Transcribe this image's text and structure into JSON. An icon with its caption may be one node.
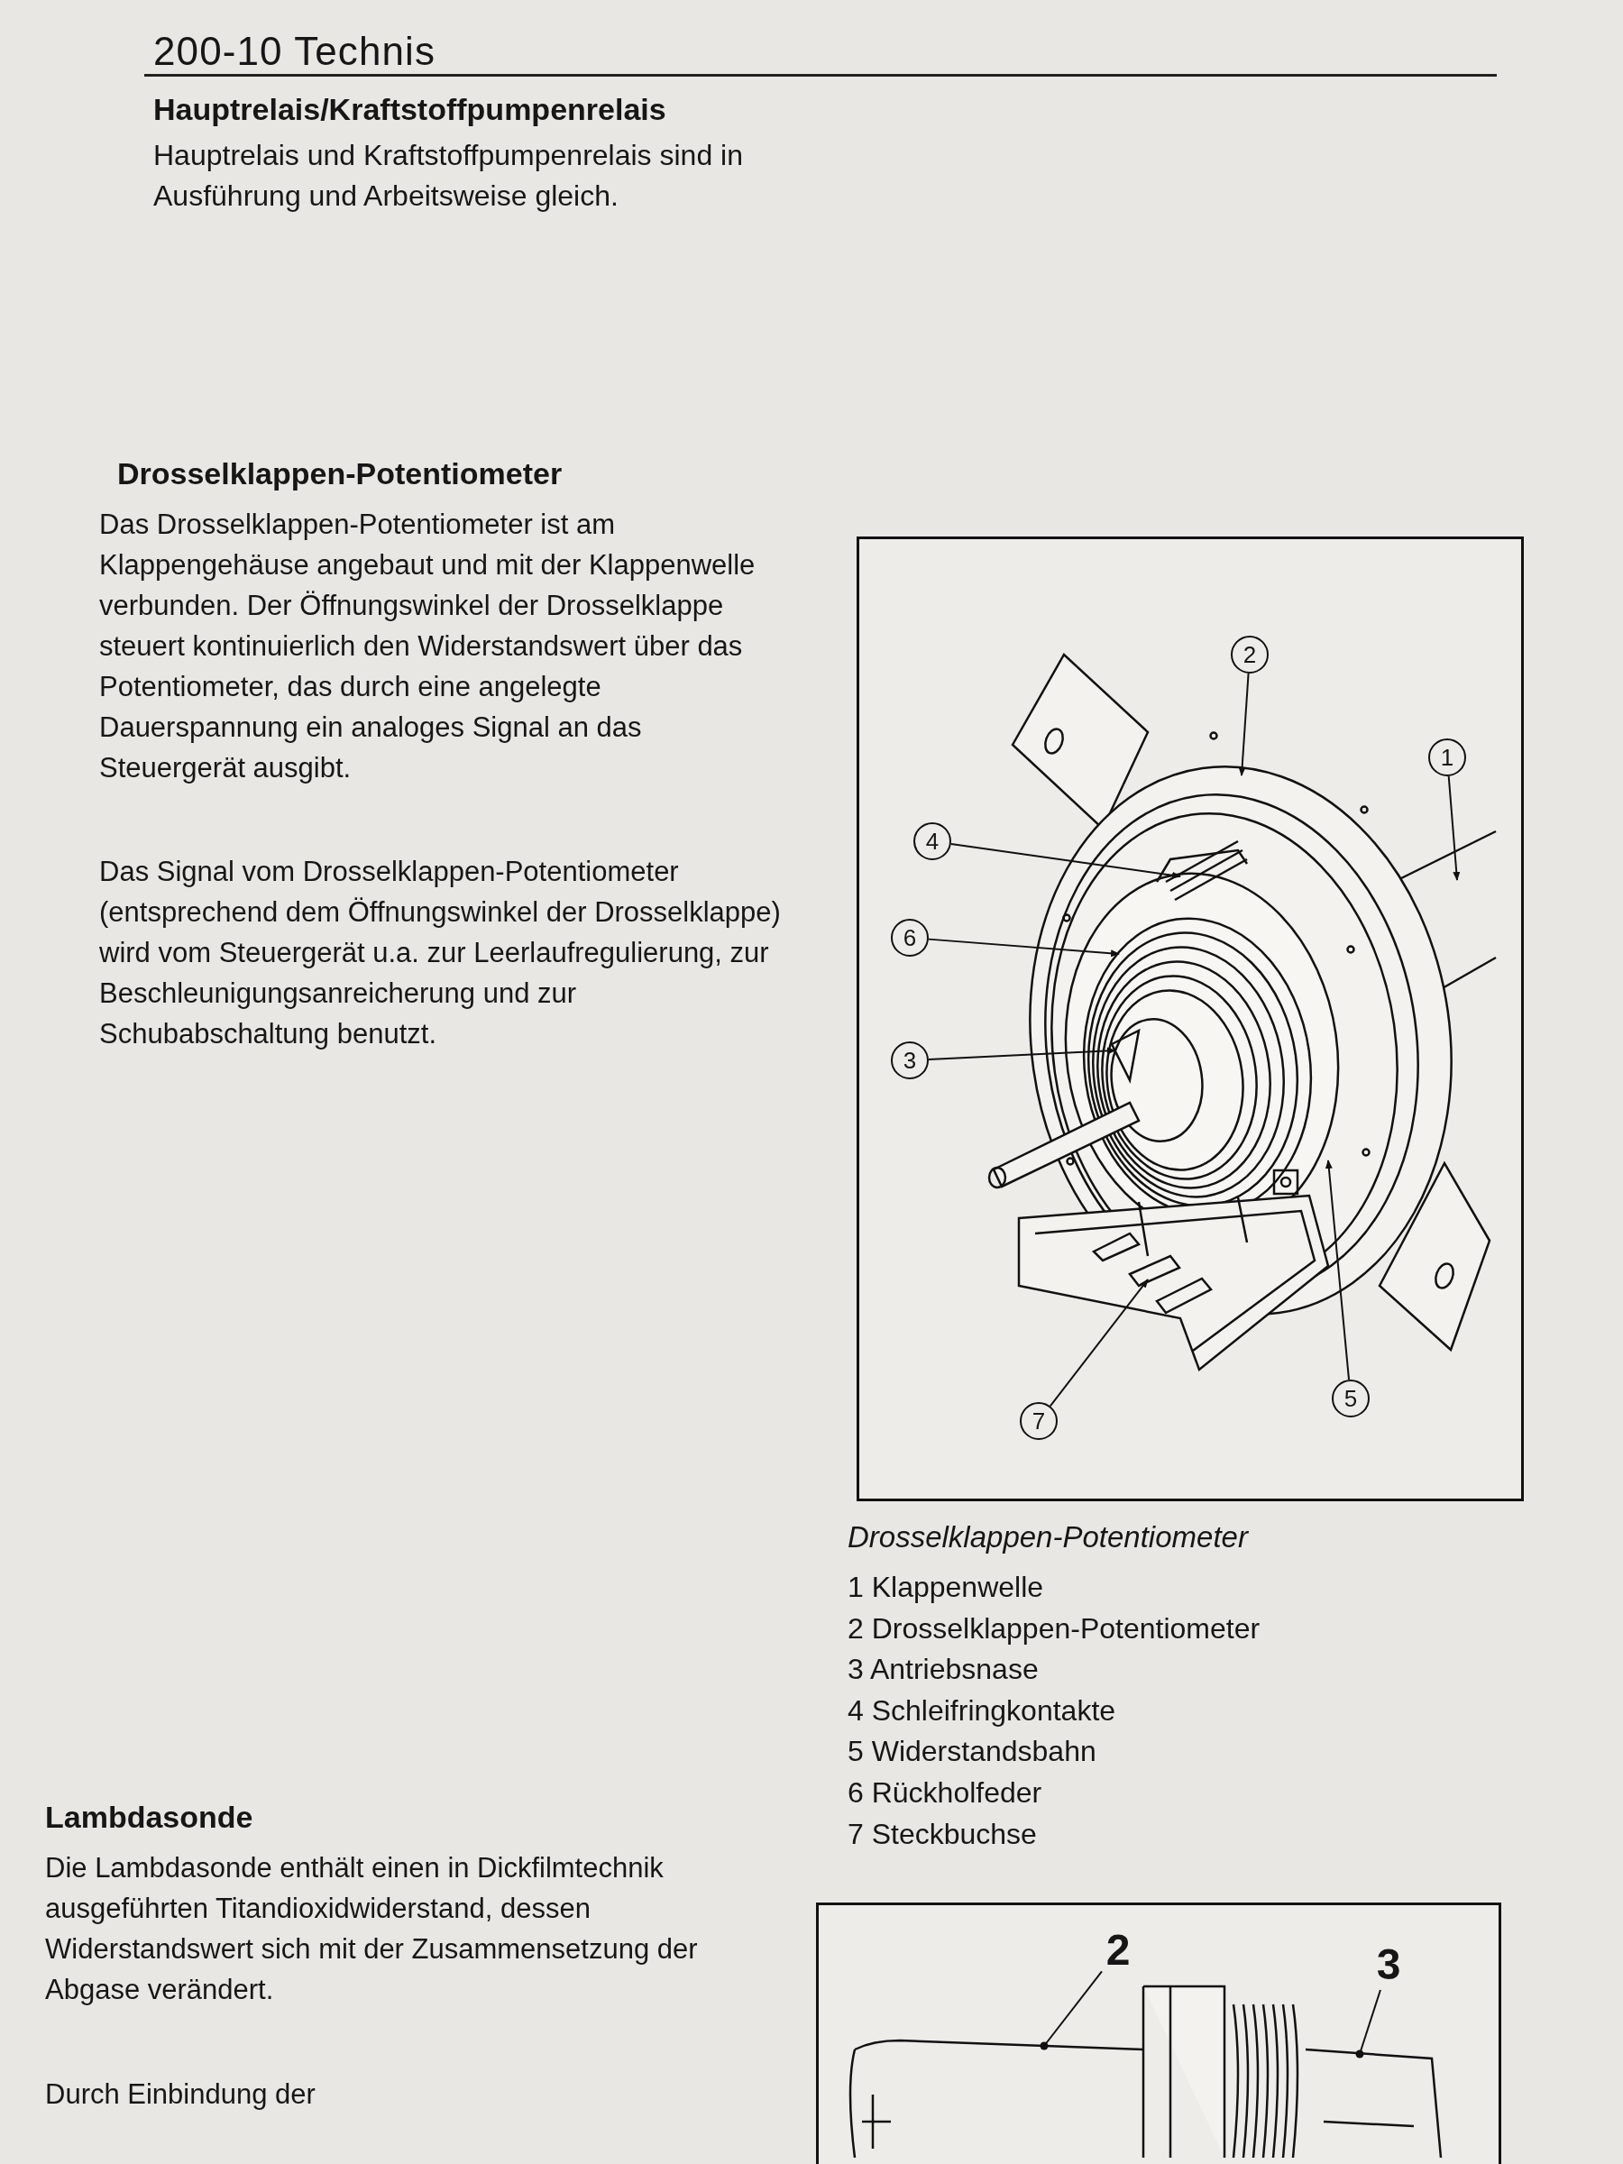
{
  "diagram": {
    "caption": "Drosselklappen-Potentiometer",
    "nodes": [
      {
        "text": [
          "1"
        ]
      },
      {
        "text": [
          "2"
        ]
      },
      {
        "text": [
          "3"
        ]
      },
      {
        "text": [
          "4"
        ]
      },
      {
        "text": [
          "5"
        ]
      },
      {
        "text": [
          "6"
        ]
      },
      {
        "text": [
          "7"
        ]
      },
      {
        "text": [
          "2"
        ]
      },
      {
        "text": [
          "3"
        ]
      },
      {
        "text": [],
        "shape": "cylinder"
      },
      {
        "text": [],
        "shape": "cylinder"
      }
    ],
    "edges": [
      {
        "from": 0,
        "to": null,
        "arrow": "to"
      },
      {
        "from": 1,
        "to": null,
        "arrow": "to"
      },
      {
        "from": 2,
        "to": null,
        "arrow": "to"
      },
      {
        "from": 3,
        "to": null,
        "arrow": "to"
      },
      {
        "from": 4,
        "to": null,
        "arrow": "to"
      },
      {
        "from": 5,
        "to": null,
        "arrow": "to"
      },
      {
        "from": 6,
        "to": null,
        "arrow": "to"
      },
      {
        "from": 7,
        "to": 9,
        "arrow": "other"
      },
      {
        "from": 8,
        "to": 10,
        "arrow": "other"
      }
    ],
    "labels": [
      "200-10 Technis",
      "Hauptrelais/Kraftstoffpumpenrelais",
      "Hauptrelais und Kraftstoffpumpenrelais sind in Ausführung und Arbeitsweise gleich.",
      "Drosselklappen-Potentiometer",
      "Das Drosselklappen-Potentiometer ist am Klappengehäuse angebaut und mit der Klappenwelle verbunden. Der Öffnungswinkel der Drosselklappe steuert kontinuierlich den Widerstandswert über das Potentiometer, das durch eine angelegte Dauerspannung ein analoges Signal an das Steuergerät ausgibt.",
      "Das Signal vom Drosselklappen-Potentiometer (entsprechend dem Öffnungswinkel der Drosselklappe) wird vom Steuergerät u.a. zur Leerlaufregulierung, zur Beschleunigungsanreicherung und zur Schubabschaltung benutzt.",
      "Lambdasonde",
      "Die Lambdasonde enthält einen in Dickfilmtechnik ausgeführten Titandioxidwiderstand, dessen Widerstandswert sich mit der Zusammensetzung der Abgase verändert.",
      "Durch Einbindung der",
      "1 Klappenwelle",
      "2 Drosselklappen-Potentiometer",
      "3 Antriebsnase",
      "4 Schleifringkontakte",
      "5 Widerstandsbahn",
      "6 Rückholfeder",
      "7 Steckbuchse"
    ]
  }
}
